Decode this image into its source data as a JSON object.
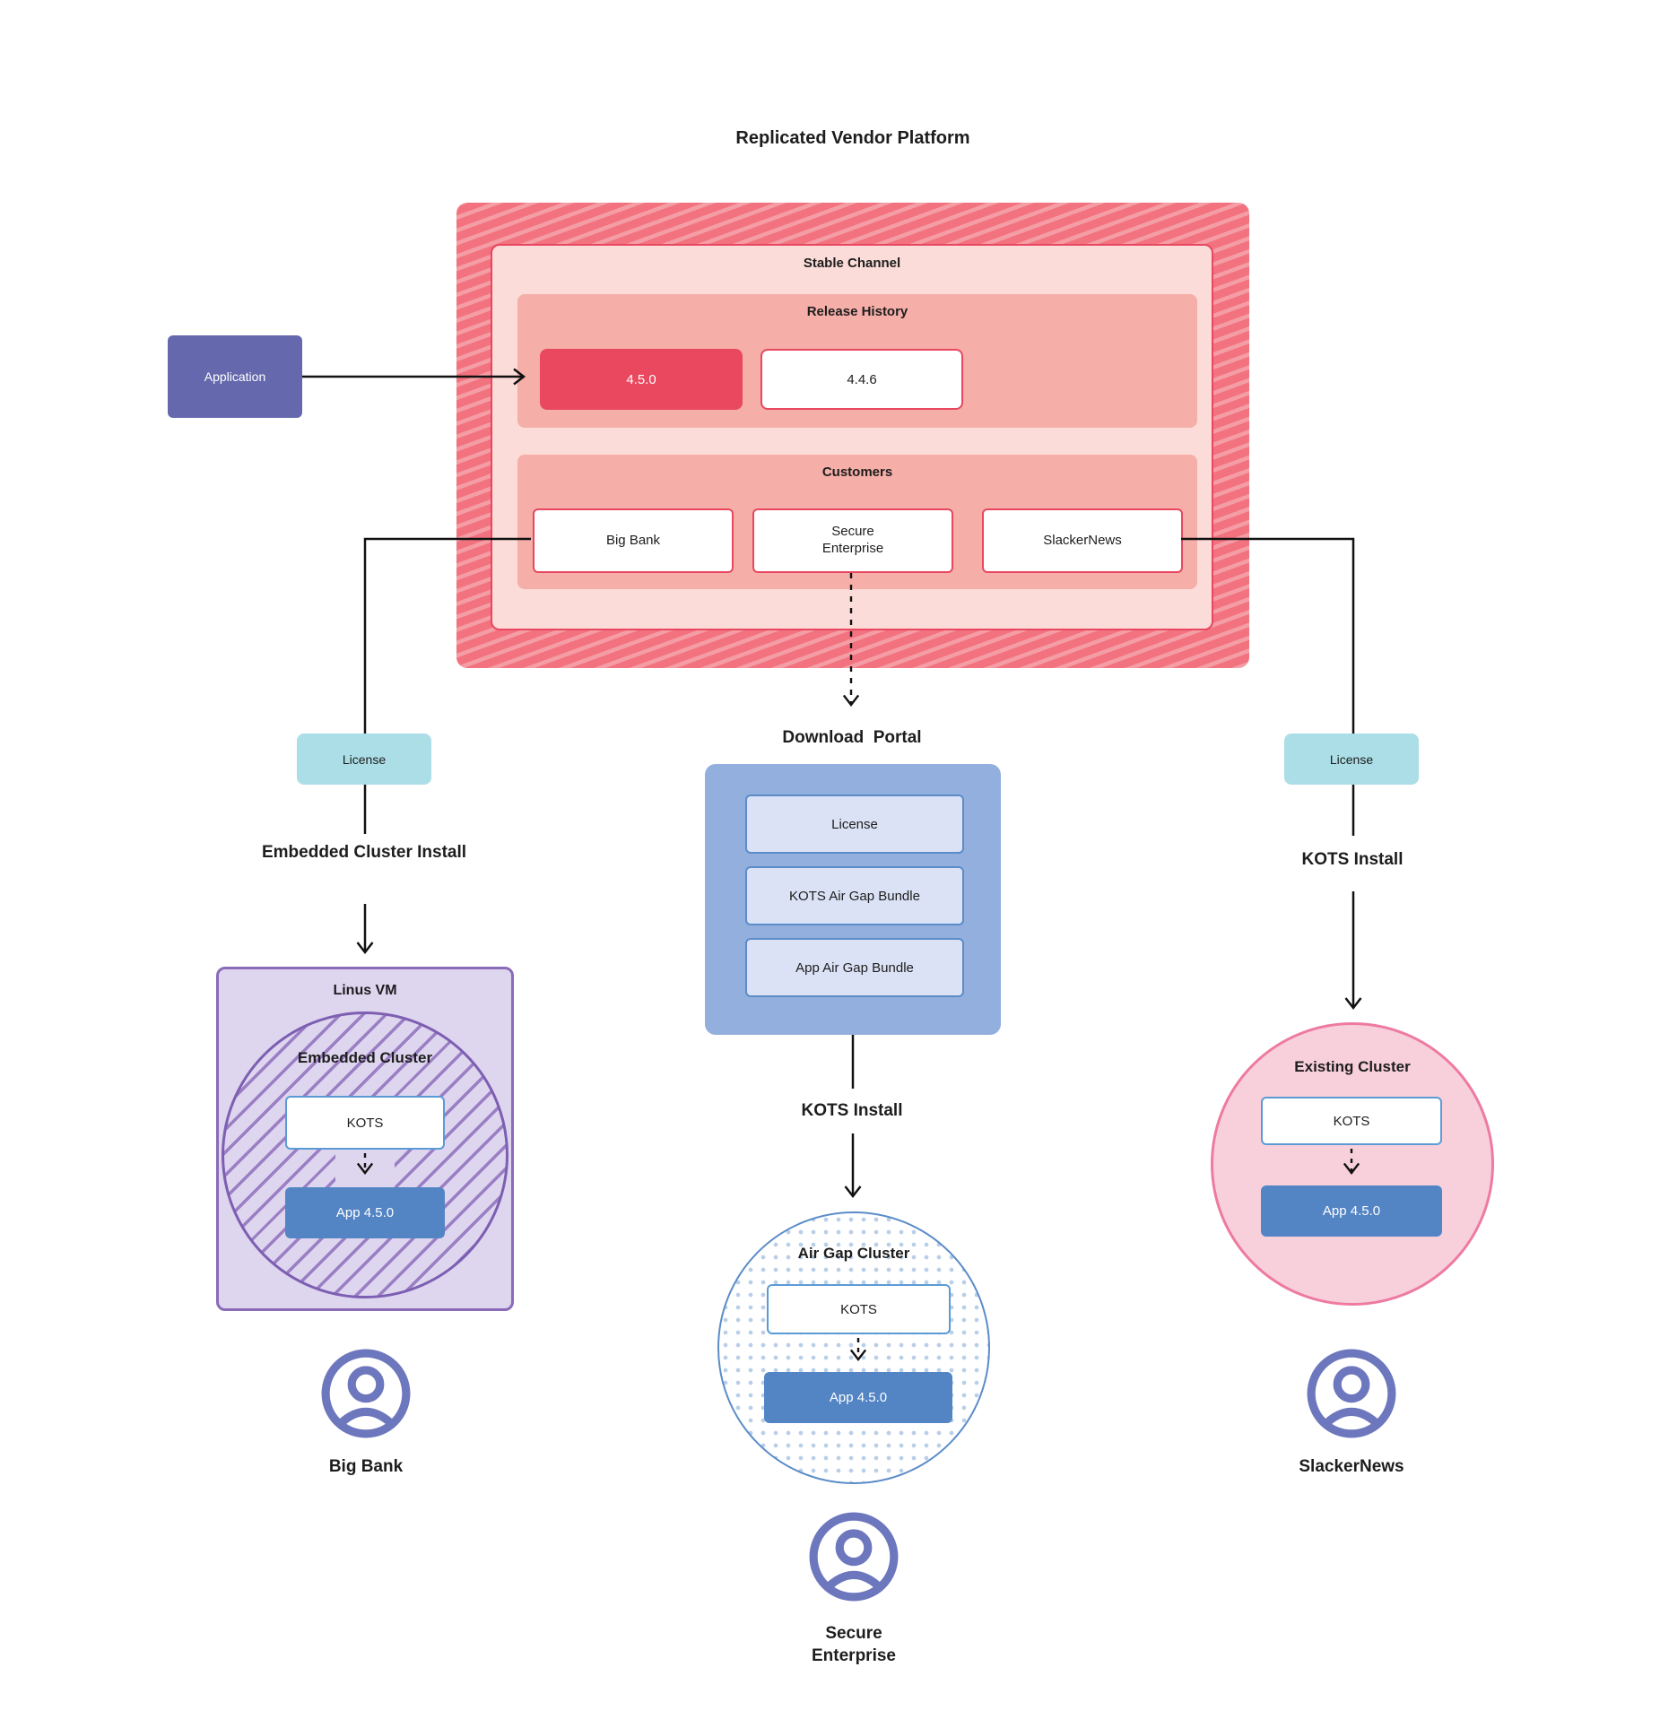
{
  "title": "Replicated Vendor Platform",
  "platform": {
    "stable_channel": "Stable Channel",
    "release_history": {
      "label": "Release History",
      "releases": [
        {
          "version": "4.5.0",
          "active": true
        },
        {
          "version": "4.4.6",
          "active": false
        }
      ]
    },
    "customers": {
      "label": "Customers",
      "items": [
        "Big Bank",
        "Secure Enterprise",
        "SlackerNews"
      ]
    }
  },
  "application_label": "Application",
  "left_flow": {
    "license": "License",
    "install": "Embedded Cluster Install",
    "vm": "Linus VM",
    "cluster": "Embedded Cluster",
    "kots": "KOTS",
    "app": "App 4.5.0",
    "persona": "Big Bank"
  },
  "center_flow": {
    "portal_title": "Download  Portal",
    "portal_items": [
      "License",
      "KOTS Air Gap Bundle",
      "App Air Gap Bundle"
    ],
    "install": "KOTS Install",
    "cluster": "Air Gap Cluster",
    "kots": "KOTS",
    "app": "App 4.5.0",
    "persona": "Secure Enterprise"
  },
  "right_flow": {
    "license": "License",
    "install": "KOTS Install",
    "cluster": "Existing Cluster",
    "kots": "KOTS",
    "app": "App 4.5.0",
    "persona": "SlackerNews"
  },
  "colors": {
    "stripe_red_base": "#f2737f",
    "stripe_red_light": "#f59da5",
    "channel_pink_bg": "#fbdcd8",
    "section_pink_bg": "#f5aea8",
    "release_red": "#e9485f",
    "red_border": "#e8475f",
    "application_purple": "#6568ac",
    "license_teal": "#abdee6",
    "portal_blue": "#92afdd",
    "portal_item_blue": "#dbe2f6",
    "portal_item_border": "#5b8cc8",
    "app_blue": "#5384c4",
    "kots_border_blue": "#5b9bd5",
    "vm_lavender": "#ded5ef",
    "vm_border_purple": "#8a6bb8",
    "hatch_purple": "#9b7fc4",
    "existing_pink": "#f8d0dc",
    "existing_border_pink": "#ee7aa2",
    "airgap_dot_blue": "#b9cfe8",
    "persona_icon_purple": "#6d77bd",
    "line_black": "#111111"
  }
}
